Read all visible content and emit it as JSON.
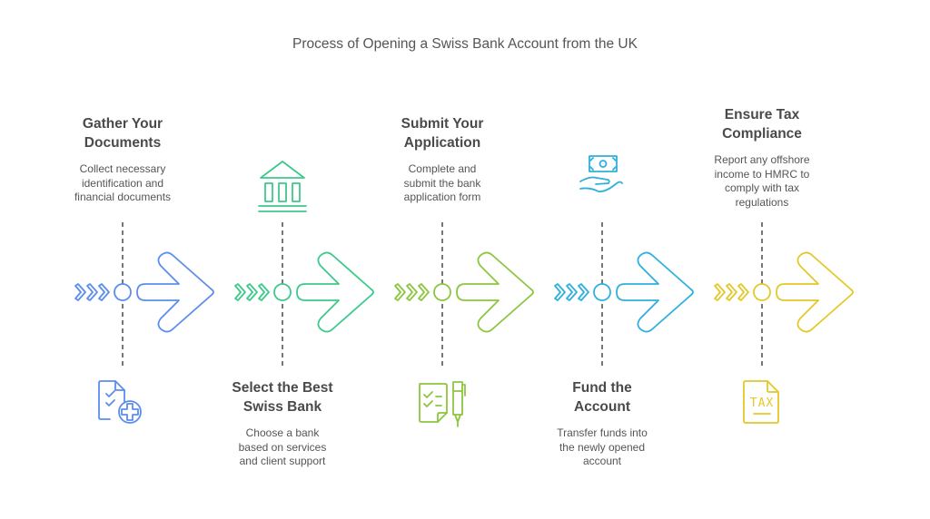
{
  "title": "Process of Opening a Swiss Bank Account from the UK",
  "steps": [
    {
      "heading_line1": "Gather Your",
      "heading_line2": "Documents",
      "desc_lines": [
        "Collect necessary",
        "identification and",
        "financial documents"
      ],
      "icon": "checklist-document-plus-icon",
      "color": "#5B8DEF",
      "text_position": "top"
    },
    {
      "heading_line1": "Select the Best",
      "heading_line2": "Swiss Bank",
      "desc_lines": [
        "Choose a bank",
        "based on services",
        "and client support"
      ],
      "icon": "bank-building-icon",
      "color": "#3DC98A",
      "text_position": "bottom"
    },
    {
      "heading_line1": "Submit Your",
      "heading_line2": "Application",
      "desc_lines": [
        "Complete and",
        "submit the bank",
        "application form"
      ],
      "icon": "form-and-pen-icon",
      "color": "#8CC63F",
      "text_position": "top"
    },
    {
      "heading_line1": "Fund the",
      "heading_line2": "Account",
      "desc_lines": [
        "Transfer funds into",
        "the newly opened",
        "account"
      ],
      "icon": "hand-money-icon",
      "color": "#2EB0DE",
      "text_position": "bottom"
    },
    {
      "heading_line1": "Ensure Tax",
      "heading_line2": "Compliance",
      "desc_lines": [
        "Report any offshore",
        "income to HMRC to",
        "comply with tax",
        "regulations"
      ],
      "icon": "tax-document-icon",
      "color": "#E3C82A",
      "text_position": "top"
    }
  ],
  "icons": {
    "tax_label": "TAX"
  }
}
